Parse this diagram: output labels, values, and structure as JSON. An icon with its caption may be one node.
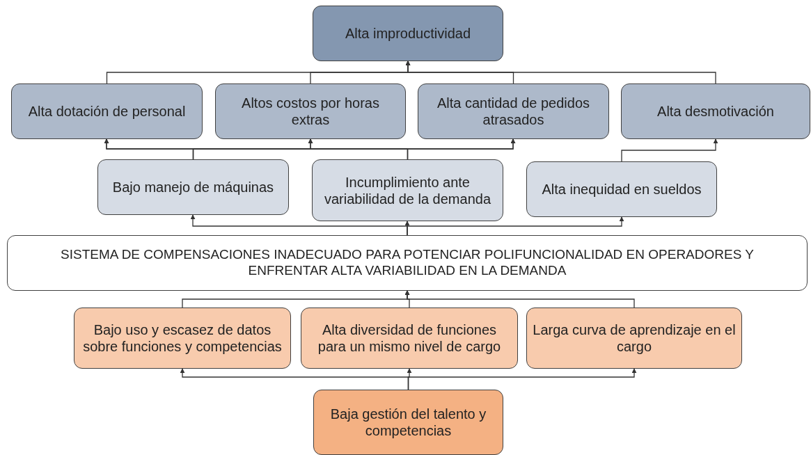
{
  "diagram": {
    "nodes": [
      {
        "text": [
          "Alta improductividad"
        ]
      },
      {
        "text": [
          "Alta dotación de personal"
        ]
      },
      {
        "text": [
          "Altos costos por horas extras"
        ]
      },
      {
        "text": [
          "Alta cantidad de pedidos atrasados"
        ]
      },
      {
        "text": [
          "Alta desmotivación"
        ]
      },
      {
        "text": [
          "Bajo manejo de máquinas"
        ]
      },
      {
        "text": [
          "Incumplimiento ante variabilidad de la demanda"
        ]
      },
      {
        "text": [
          "Alta inequidad en sueldos"
        ]
      },
      {
        "text": [
          "SISTEMA DE COMPENSACIONES INADECUADO PARA POTENCIAR POLIFUNCIONALIDAD EN OPERADORES Y ENFRENTAR ALTA VARIABILIDAD EN LA DEMANDA"
        ]
      },
      {
        "text": [
          "Bajo uso y escasez de datos sobre funciones y competencias"
        ]
      },
      {
        "text": [
          "Alta diversidad de funciones para un mismo nivel de cargo"
        ]
      },
      {
        "text": [
          "Larga curva de aprendizaje en el cargo"
        ]
      },
      {
        "text": [
          "Baja gestión del talento y competencias"
        ]
      }
    ],
    "edges": [
      {
        "from": 1,
        "to": 0,
        "arrow": "to"
      },
      {
        "from": 2,
        "to": 0,
        "arrow": "to"
      },
      {
        "from": 3,
        "to": 0,
        "arrow": "to"
      },
      {
        "from": 4,
        "to": 0,
        "arrow": "to"
      },
      {
        "from": 5,
        "to": 1,
        "arrow": "to"
      },
      {
        "from": 5,
        "to": 2,
        "arrow": "to"
      },
      {
        "from": 5,
        "to": 3,
        "arrow": "to"
      },
      {
        "from": 6,
        "to": 1,
        "arrow": "to"
      },
      {
        "from": 6,
        "to": 2,
        "arrow": "to"
      },
      {
        "from": 6,
        "to": 3,
        "arrow": "to"
      },
      {
        "from": 7,
        "to": 4,
        "arrow": "to"
      },
      {
        "from": 8,
        "to": 5,
        "arrow": "to"
      },
      {
        "from": 8,
        "to": 6,
        "arrow": "to"
      },
      {
        "from": 8,
        "to": 7,
        "arrow": "to"
      },
      {
        "from": 9,
        "to": 8,
        "arrow": "to"
      },
      {
        "from": 10,
        "to": 8,
        "arrow": "to"
      },
      {
        "from": 11,
        "to": 8,
        "arrow": "to"
      },
      {
        "from": 12,
        "to": 9,
        "arrow": "to"
      },
      {
        "from": 12,
        "to": 10,
        "arrow": "to"
      },
      {
        "from": 12,
        "to": 11,
        "arrow": "to"
      }
    ]
  }
}
